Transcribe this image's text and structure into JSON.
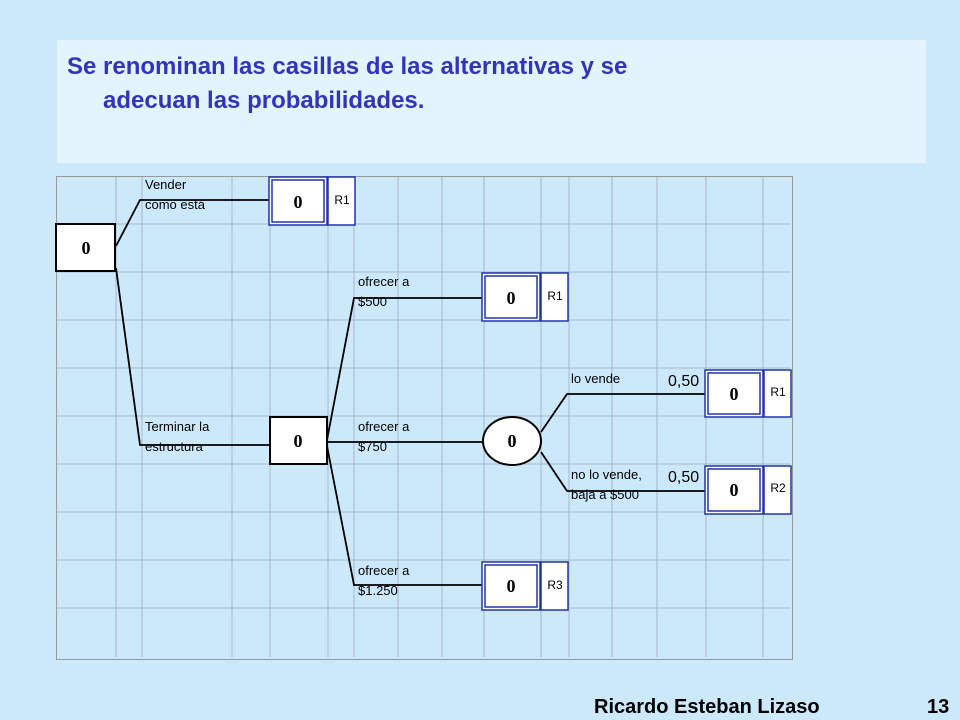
{
  "title": {
    "line1": "Se renominan las casillas de las alternativas y se",
    "line2": "adecuan las probabilidades."
  },
  "tree": {
    "root_value": "0",
    "vender_line1": "Vender",
    "vender_line2": "como está",
    "vender_value": "0",
    "vender_result": "R1",
    "terminar_line1": "Terminar la",
    "terminar_line2": "estructura",
    "terminar_value": "0",
    "o500_line1": "ofrecer a",
    "o500_line2": "$500",
    "o500_value": "0",
    "o500_result": "R1",
    "o750_line1": "ofrecer a",
    "o750_line2": "$750",
    "chance_value": "0",
    "o1250_line1": "ofrecer a",
    "o1250_line2": "$1.250",
    "o1250_value": "0",
    "o1250_result": "R3",
    "vende_label": "lo vende",
    "vende_prob": "0,50",
    "vende_value": "0",
    "vende_result": "R1",
    "novende_line1": "no lo vende,",
    "novende_line2": "baja a $500",
    "novende_prob": "0,50",
    "novende_value": "0",
    "novende_result": "R2"
  },
  "footer": {
    "author": "Ricardo Esteban Lizaso",
    "page": "13"
  }
}
